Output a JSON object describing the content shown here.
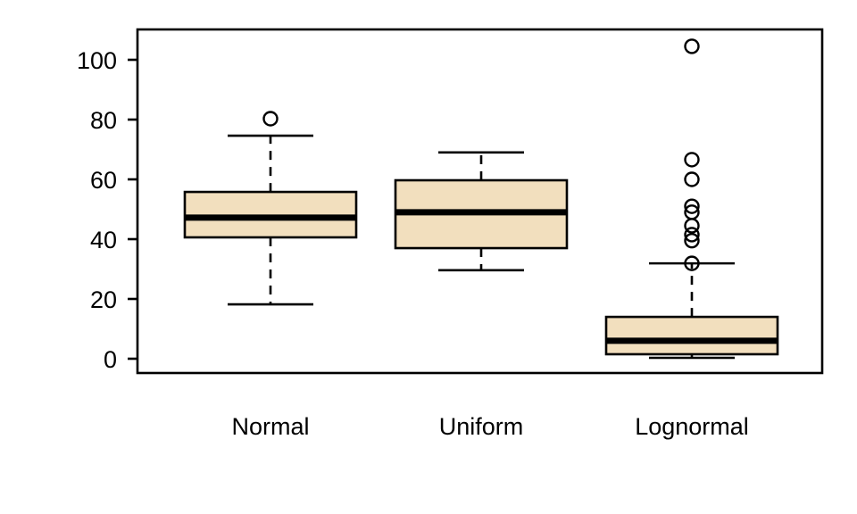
{
  "chart_data": {
    "type": "box",
    "title": "",
    "xlabel": "",
    "ylabel": "",
    "categories": [
      "Normal",
      "Uniform",
      "Lognormal"
    ],
    "ylim": [
      -4,
      110
    ],
    "y_ticks": [
      0,
      20,
      40,
      60,
      80,
      100
    ],
    "y_tick_labels": [
      "0",
      "20",
      "40",
      "60",
      "80",
      "100"
    ],
    "grid": false,
    "legend": "none",
    "box_fill_color": "#F2DFBE",
    "box_line_color": "#000000",
    "frame": true,
    "boxes": [
      {
        "name": "Normal",
        "min_whisker": 18.2,
        "q1": 40.6,
        "median": 47.2,
        "q3": 55.8,
        "max_whisker": 74.6,
        "outliers": [
          80.3
        ]
      },
      {
        "name": "Uniform",
        "min_whisker": 29.6,
        "q1": 37.0,
        "median": 49.0,
        "q3": 59.7,
        "max_whisker": 69.0,
        "outliers": []
      },
      {
        "name": "Lognormal",
        "min_whisker": 0.3,
        "q1": 1.5,
        "median": 6.0,
        "q3": 14.0,
        "max_whisker": 31.9,
        "outliers": [
          104.5,
          66.6,
          60.0,
          51.0,
          49.0,
          44.5,
          41.5,
          39.5,
          31.9
        ]
      }
    ]
  },
  "axis": {
    "y_label_0": "0",
    "y_label_20": "20",
    "y_label_40": "40",
    "y_label_60": "60",
    "y_label_80": "80",
    "y_label_100": "100"
  },
  "categories": {
    "cat_0": "Normal",
    "cat_1": "Uniform",
    "cat_2": "Lognormal"
  }
}
